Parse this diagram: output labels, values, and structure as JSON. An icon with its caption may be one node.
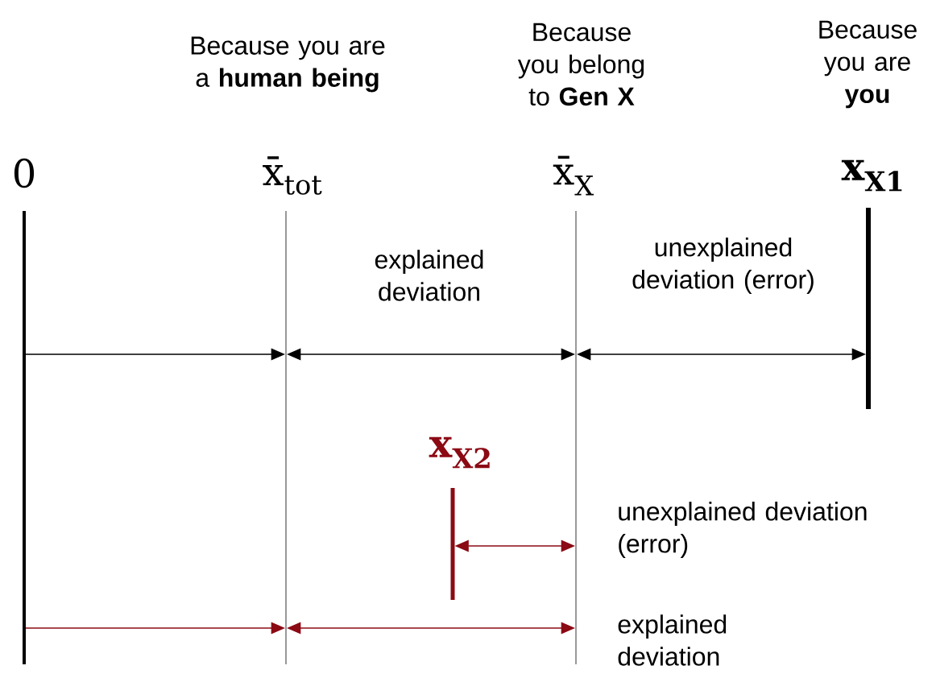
{
  "diagram": {
    "nodes": [
      {
        "text": [
          "0"
        ]
      },
      {
        "text": [
          "Because you are a **human being**",
          "x̄$_{tot}$"
        ]
      },
      {
        "text": [
          "Because you belong to **Gen X**",
          "x̄$_{X}$"
        ]
      },
      {
        "text": [
          "Because you are **you**",
          "x$_{X1}$"
        ]
      },
      {
        "text": [
          "x$_{X2}$"
        ]
      }
    ],
    "edges": [
      {
        "from": 0,
        "to": 1,
        "arrow": "to"
      },
      {
        "from": 1,
        "to": 2,
        "arrow": "both",
        "label": "explained deviation"
      },
      {
        "from": 2,
        "to": 3,
        "arrow": "both",
        "label": "unexplained deviation (error)"
      },
      {
        "from": 4,
        "to": 2,
        "arrow": "both",
        "label": "unexplained deviation (error)",
        "color": "#8b0a14"
      },
      {
        "from": 0,
        "to": 1,
        "arrow": "to",
        "color": "#8b0a14"
      },
      {
        "from": 1,
        "to": 2,
        "arrow": "both",
        "label": "explained deviation",
        "color": "#8b0a14"
      }
    ]
  }
}
